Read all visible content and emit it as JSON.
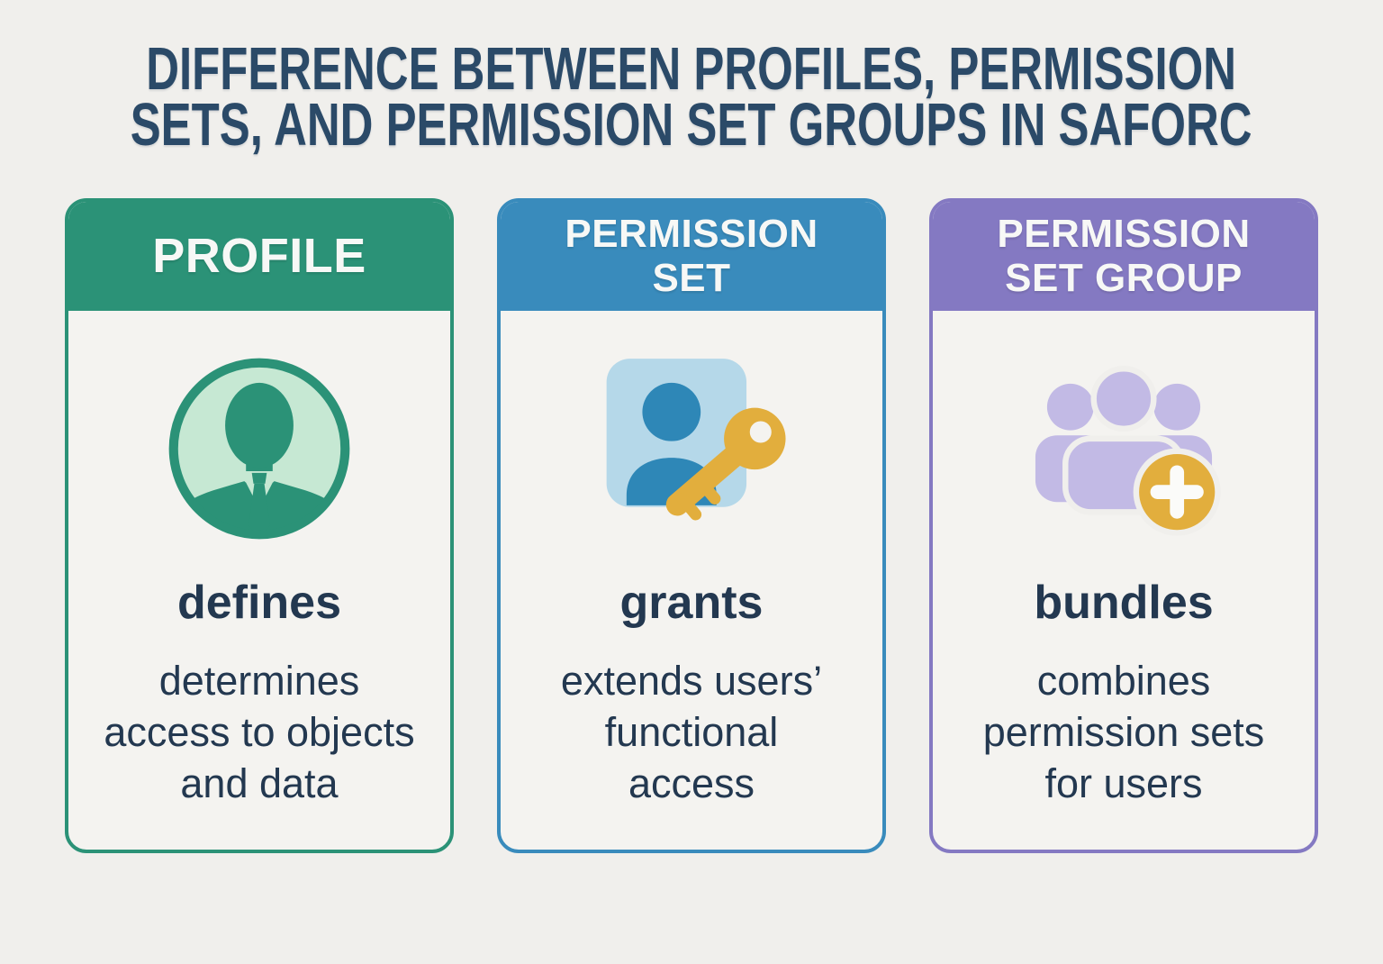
{
  "page": {
    "title_lines": [
      "DIFFERENCE BETWEEN PROFILES, PERMISSION",
      "SETS, AND PERMISSION SET GROUPS IN SAFORC"
    ]
  },
  "palette": {
    "bg": "#f0efec",
    "card_bg": "#f4f3f0",
    "title": "#2b4a68",
    "text": "#233850",
    "header_text": "#f7f8f6",
    "green": "#2b9277",
    "mint": "#c6e8d3",
    "blue": "#398bbc",
    "blue_person": "#2e87b7",
    "light_blue": "#b5d8e9",
    "purple": "#8479c2",
    "lavender": "#c2bae5",
    "gold": "#e2ae3d"
  },
  "cards": [
    {
      "header": "PROFILE",
      "accent_color": "#2b9277",
      "icon": "businessman-avatar-icon",
      "keyword": "defines",
      "description": "determines access to objects and data"
    },
    {
      "header": "PERMISSION SET",
      "accent_color": "#398bbc",
      "icon": "user-key-icon",
      "keyword": "grants",
      "description": "extends users’ functional access"
    },
    {
      "header": "PERMISSION SET GROUP",
      "accent_color": "#8479c2",
      "icon": "user-group-plus-icon",
      "keyword": "bundles",
      "description": "combines permission sets for users"
    }
  ]
}
